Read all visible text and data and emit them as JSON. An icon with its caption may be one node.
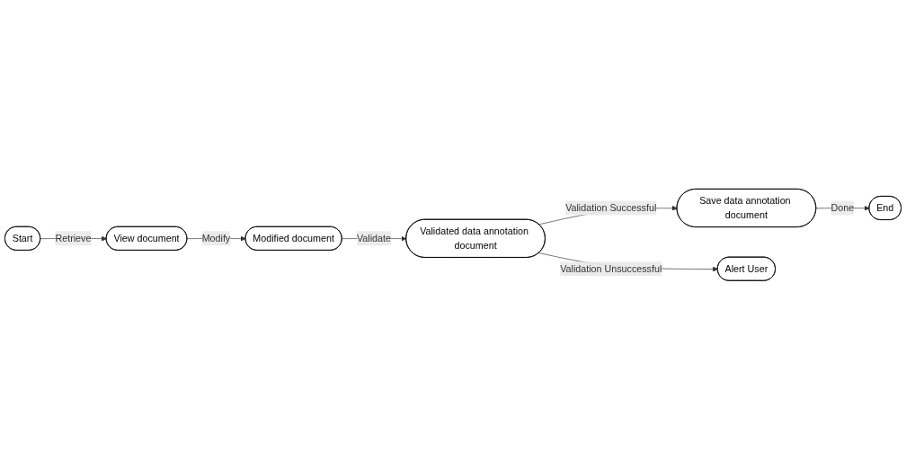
{
  "diagram": {
    "nodes": [
      {
        "text": [
          "Start"
        ]
      },
      {
        "text": [
          "View document"
        ]
      },
      {
        "text": [
          "Modified document"
        ]
      },
      {
        "text": [
          "Validated data annotation document"
        ]
      },
      {
        "text": [
          "Save data annotation document"
        ]
      },
      {
        "text": [
          "End"
        ]
      },
      {
        "text": [
          "Alert User"
        ]
      }
    ],
    "edges": [
      {
        "from": 0,
        "to": 1,
        "arrow": "to",
        "label": "Retrieve"
      },
      {
        "from": 1,
        "to": 2,
        "arrow": "to",
        "label": "Modify"
      },
      {
        "from": 2,
        "to": 3,
        "arrow": "to",
        "label": "Validate"
      },
      {
        "from": 3,
        "to": 4,
        "arrow": "to",
        "label": "Validation Successful"
      },
      {
        "from": 4,
        "to": 5,
        "arrow": "to",
        "label": "Done"
      },
      {
        "from": 3,
        "to": 6,
        "arrow": "to",
        "label": "Validation Unsuccessful"
      }
    ]
  }
}
